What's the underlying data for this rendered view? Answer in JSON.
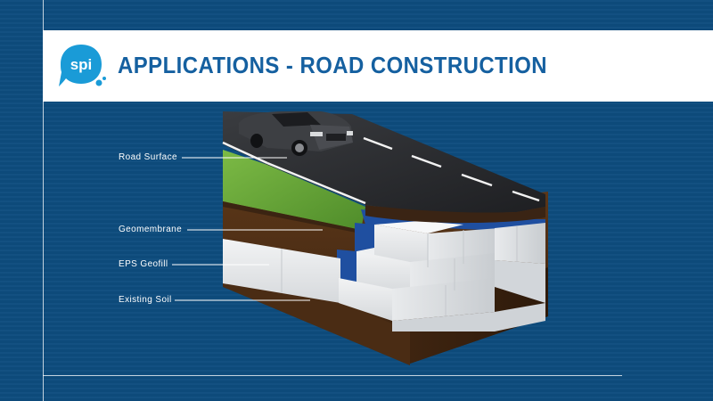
{
  "header": {
    "title": "APPLICATIONS - ROAD CONSTRUCTION",
    "logo_text": "spi"
  },
  "diagram": {
    "labels": [
      "Road Surface",
      "Geomembrane",
      "EPS Geofill",
      "Existing Soil"
    ]
  },
  "colors": {
    "background": "#0d4c7e",
    "title": "#1560a0",
    "logo": "#1a9bd7",
    "grass": "#6aa83a",
    "asphalt": "#2b2d30",
    "soil": "#4a2c14",
    "geomembrane": "#1f4fa0",
    "eps": "#e4e6e8"
  }
}
